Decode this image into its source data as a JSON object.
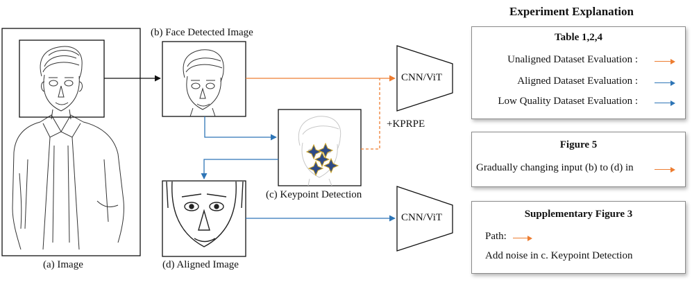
{
  "labels": {
    "image": "(a) Image",
    "face_detected": "(b) Face Detected Image",
    "keypoint": "(c) Keypoint Detection",
    "aligned": "(d) Aligned Image",
    "cnn_top": "CNN/ViT",
    "cnn_bottom": "CNN/ViT",
    "kprpe": "+KPRPE"
  },
  "explanation": {
    "heading": "Experiment Explanation",
    "table": {
      "title": "Table 1,2,4",
      "items": [
        {
          "text": "Unaligned Dataset Evaluation :",
          "arrow": "orange"
        },
        {
          "text": "Aligned Dataset Evaluation :",
          "arrow": "blue"
        },
        {
          "text": "Low Quality Dataset Evaluation :",
          "arrow": "blue"
        }
      ]
    },
    "figure5": {
      "title": "Figure 5",
      "text": "Gradually changing input (b) to (d) in"
    },
    "supp": {
      "title": "Supplementary  Figure 3",
      "path_label": "Path:",
      "text": "Add noise in c. Keypoint Detection"
    }
  },
  "colors": {
    "orange": "#ed7d31",
    "blue": "#2e75b6",
    "line": "#111111"
  }
}
